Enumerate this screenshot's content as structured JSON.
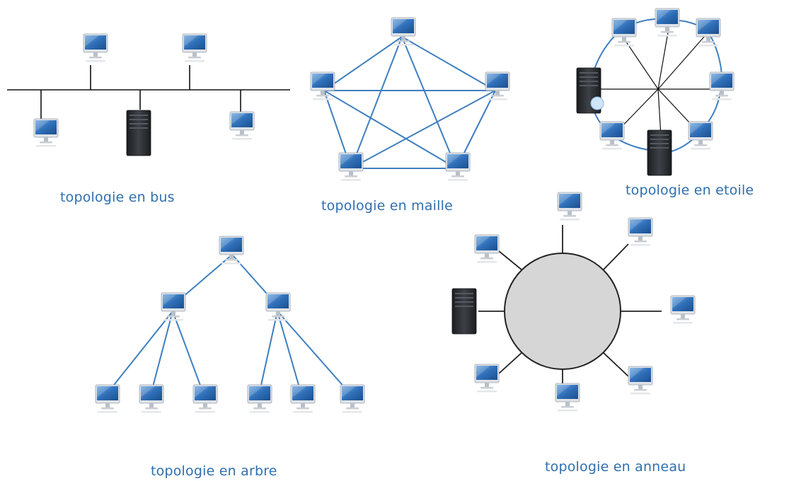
{
  "captions": {
    "bus": "topologie en bus",
    "mesh": "topologie en maille",
    "star": "topologie en etoile",
    "tree": "topologie en arbre",
    "ring": "topologie en anneau"
  },
  "colors": {
    "caption": "#2f6fae",
    "screen": "#3a7cc4",
    "screen_edge": "#1d4f86",
    "server": "#2b2e33",
    "bus_line": "#111111",
    "mesh_line": "#3f7fc0",
    "ring_fill": "#d6d6d6"
  },
  "icons": {
    "computer": "computer-monitor-icon",
    "server": "server-tower-icon"
  }
}
